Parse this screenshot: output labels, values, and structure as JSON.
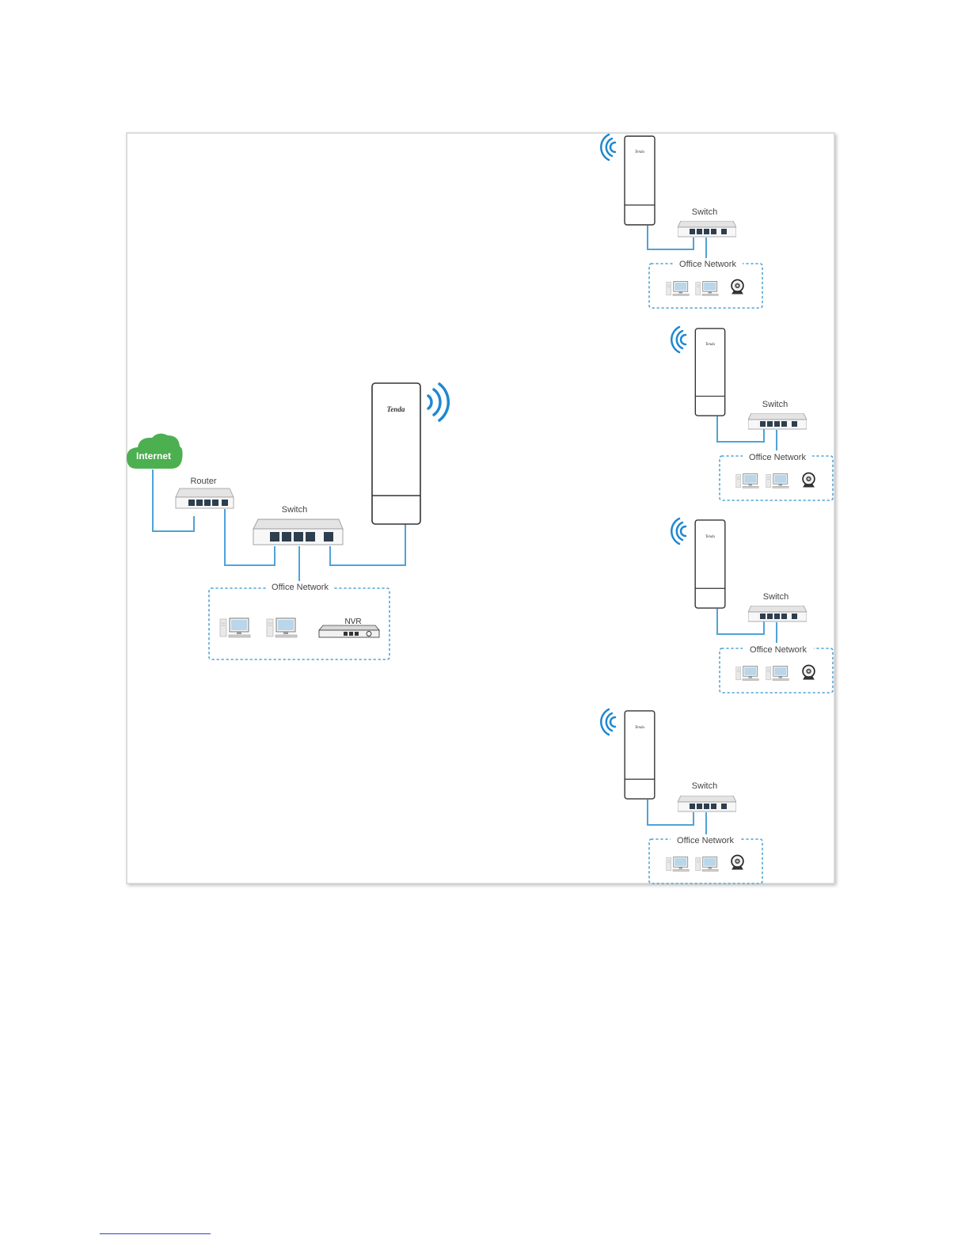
{
  "diagram": {
    "internet_label": "Internet",
    "router_label": "Router",
    "main_switch_label": "Switch",
    "main_office_label": "Office Network",
    "nvr_label": "NVR",
    "ap_brand": "Tenda",
    "remote_sites": [
      {
        "switch_label": "Switch",
        "office_label": "Office Network"
      },
      {
        "switch_label": "Switch",
        "office_label": "Office Network"
      },
      {
        "switch_label": "Switch",
        "office_label": "Office Network"
      },
      {
        "switch_label": "Switch",
        "office_label": "Office Network"
      }
    ]
  },
  "colors": {
    "cable": "#4fa3d8",
    "wifi": "#1f88cf",
    "cloud": "#4caf50",
    "frame_border": "#c8c8c8"
  }
}
